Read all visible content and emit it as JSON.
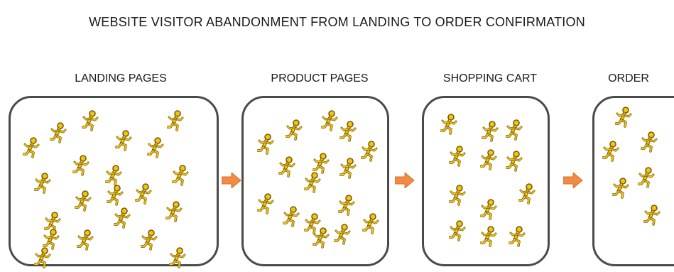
{
  "title": "WEBSITE VISITOR ABANDONMENT FROM LANDING TO ORDER CONFIRMATION",
  "stages": [
    {
      "label": "LANDING PAGES",
      "visitors": 21
    },
    {
      "label": "PRODUCT PAGES",
      "visitors": 16
    },
    {
      "label": "SHOPPING CART",
      "visitors": 12
    },
    {
      "label": "ORDER",
      "visitors": 6
    }
  ],
  "icons": {
    "visitor": "running-person-icon",
    "flow": "arrow-right-icon"
  },
  "colors": {
    "visitor_fill": "#f0c419",
    "visitor_outline": "#7a5c00",
    "arrow": "#f08a45",
    "box_border": "#4a4a4a"
  }
}
